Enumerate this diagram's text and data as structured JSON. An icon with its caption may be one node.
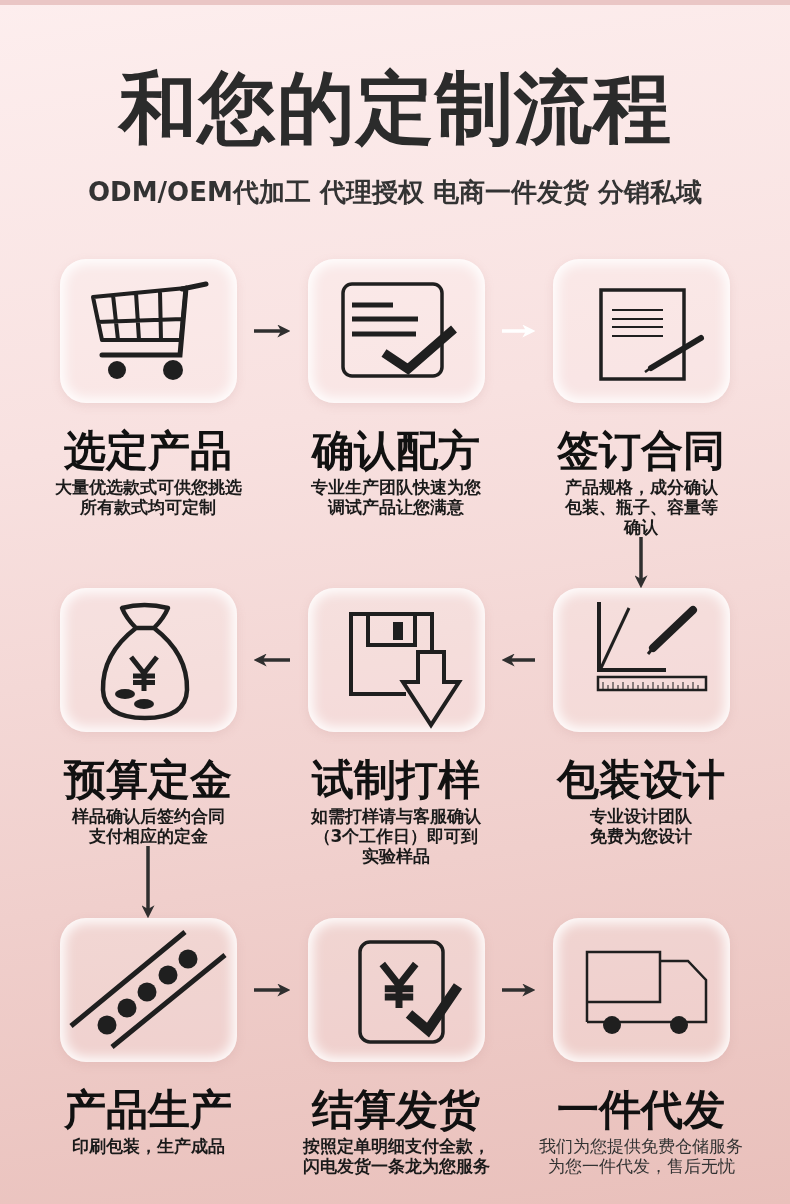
{
  "diagram": {
    "title": "和您的定制流程",
    "nodes": [
      {
        "text": [
          "选定产品",
          "大量优选款式可供您挑选所有款式均可定制"
        ]
      },
      {
        "text": [
          "确认配方",
          "专业生产团队快速为您调试产品让您满意"
        ]
      },
      {
        "text": [
          "签订合同",
          "产品规格，成分确认包装、瓶子、容量等确认"
        ]
      },
      {
        "text": [
          "预算定金",
          "样品确认后签约合同支付相应的定金"
        ]
      },
      {
        "text": [
          "试制打样",
          "如需打样请与客服确认（3个工作日）即可到实验样品"
        ]
      },
      {
        "text": [
          "包装设计",
          "专业设计团队免费为您设计"
        ]
      },
      {
        "text": [
          "产品生产",
          "印刷包装，生产成品"
        ]
      },
      {
        "text": [
          "结算发货",
          "按照定单明细支付全款，闪电发货一条龙为您服务"
        ]
      },
      {
        "text": [
          "一件代发",
          "我们为您提供免费仓储服务为您一件代发，售后无忧"
        ]
      }
    ],
    "edges": [
      {
        "from": 0,
        "to": 1,
        "arrow": "to"
      },
      {
        "from": 1,
        "to": 2,
        "arrow": "to",
        "color": "#ffffff"
      },
      {
        "from": 2,
        "to": 5,
        "arrow": "to"
      },
      {
        "from": 5,
        "to": 4,
        "arrow": "to"
      },
      {
        "from": 4,
        "to": 3,
        "arrow": "to"
      },
      {
        "from": 3,
        "to": 6,
        "arrow": "to"
      },
      {
        "from": 6,
        "to": 7,
        "arrow": "to"
      },
      {
        "from": 7,
        "to": 8,
        "arrow": "to"
      }
    ],
    "labels": [
      "ODM/OEM代加工 代理授权 电商一件发货 分销私域"
    ]
  }
}
